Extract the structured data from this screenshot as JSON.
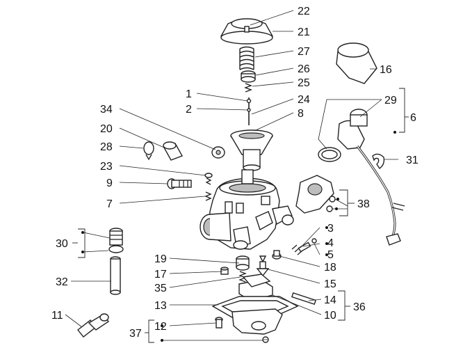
{
  "labels": {
    "n1": "1",
    "n2": "2",
    "n3": "3",
    "n4": "4",
    "n5": "5",
    "n6": "6",
    "n7": "7",
    "n8": "8",
    "n9": "9",
    "n10": "10",
    "n11": "11",
    "n12": "12",
    "n13": "13",
    "n14": "14",
    "n15": "15",
    "n16": "16",
    "n17": "17",
    "n18": "18",
    "n19": "19",
    "n20": "20",
    "n21": "21",
    "n22": "22",
    "n23": "23",
    "n24": "24",
    "n25": "25",
    "n26": "26",
    "n27": "27",
    "n28": "28",
    "n29": "29",
    "n30": "30",
    "n31": "31",
    "n32": "32",
    "n34": "34",
    "n35": "35",
    "n36": "36",
    "n37": "37",
    "n38": "38"
  }
}
